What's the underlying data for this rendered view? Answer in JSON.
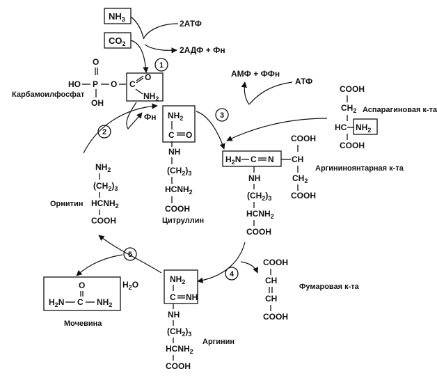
{
  "inputs": {
    "nh3": "NH",
    "nh3_sub": "3",
    "co2": "CO",
    "co2_sub": "2",
    "atp2": "2АТФ",
    "adp2": "2АДФ + Фн"
  },
  "steps": [
    "1",
    "2",
    "3",
    "4",
    "5"
  ],
  "carbamoyl": {
    "name": "Карбамоилфосфат",
    "ho": "HO",
    "p": "P",
    "o_top": "O",
    "o_mid": "O",
    "c": "C",
    "o2": "O",
    "oh": "OH",
    "nh": "NH",
    "nh_sub": "2"
  },
  "phosphate": "Фн",
  "citrulline": {
    "name": "Цитруллин",
    "nh": "NH",
    "nh_sub": "2",
    "c": "C",
    "o": "O",
    "nh_link": "NH",
    "ch2": "(CH",
    "ch2_sub": "2",
    "ch2_close": ")",
    "ch2_n": "3",
    "hcnh": "HCNH",
    "hcnh_sub": "2",
    "cooh": "COOH"
  },
  "ornithine": {
    "name": "Орнитин",
    "nh": "NH",
    "nh_sub": "2",
    "ch2": "(CH",
    "ch2_sub": "2",
    "ch2_close": ")",
    "ch2_n": "3",
    "hcnh": "HCNH",
    "hcnh_sub": "2",
    "cooh": "COOH"
  },
  "step3": {
    "amp": "АМФ + ФФн",
    "atp": "АТФ"
  },
  "aspartate": {
    "name": "Аспарагиновая к-та",
    "cooh1": "COOH",
    "ch2": "CH",
    "ch2_sub": "2",
    "hc": "HC",
    "nh": "NH",
    "nh_sub": "2",
    "cooh2": "COOH"
  },
  "argininosuccinate": {
    "name": "Аргининоянтарная к-та",
    "h2n": "H",
    "h2n_sub": "2",
    "h2n_n": "N",
    "c": "C",
    "n": "N",
    "cooh1": "COOH",
    "ch": "CH",
    "ch2": "CH",
    "ch2_sub": "2",
    "cooh2": "COOH",
    "nh_link": "NH",
    "chain": "(CH",
    "chain_sub": "2",
    "chain_close": ")",
    "chain_n": "3",
    "hcnh": "HCNH",
    "hcnh_sub": "2",
    "cooh3": "COOH"
  },
  "fumarate": {
    "name": "Фумаровая к-та",
    "cooh1": "COOH",
    "ch1": "CH",
    "ch2": "CH",
    "cooh2": "COOH"
  },
  "arginine": {
    "name": "Аргинин",
    "nh": "NH",
    "nh_sub": "2",
    "c": "C",
    "nh2": "NH",
    "nh_link": "NH",
    "ch2": "(CH",
    "ch2_sub": "2",
    "ch2_close": ")",
    "ch2_n": "3",
    "hcnh": "HCNH",
    "hcnh_sub": "2",
    "cooh": "COOH"
  },
  "water": "H",
  "water_sub": "2",
  "water_o": "O",
  "urea": {
    "name": "Мочевина",
    "o": "O",
    "h2n": "H",
    "h2n_sub": "2",
    "h2n_n": "N",
    "c": "C",
    "nh": "NH",
    "nh_sub": "2"
  }
}
